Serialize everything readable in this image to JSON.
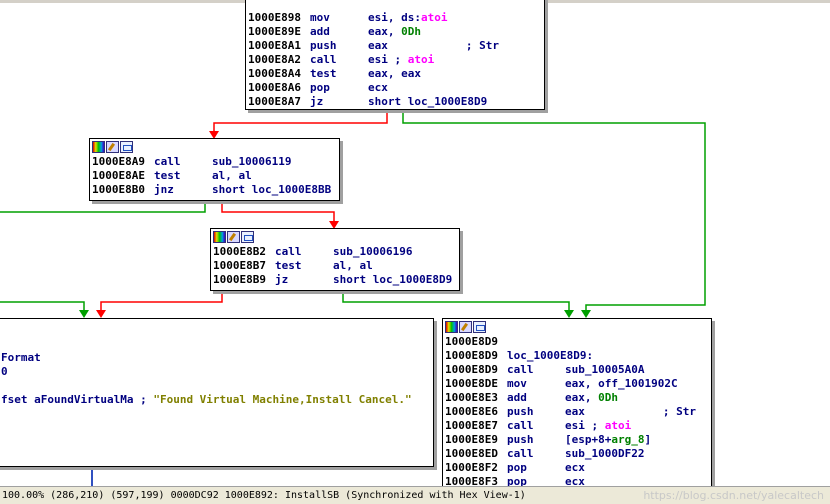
{
  "node1": {
    "lines": [
      {
        "addr": "1000E898",
        "mn": "mov",
        "op": "esi, ds:",
        "fn": "atoi"
      },
      {
        "addr": "1000E89E",
        "mn": "add",
        "op": "eax, ",
        "num": "0Dh"
      },
      {
        "addr": "1000E8A1",
        "mn": "push",
        "op": "eax",
        "cm": "; Str"
      },
      {
        "addr": "1000E8A2",
        "mn": "call",
        "op": "esi ; ",
        "fn": "atoi"
      },
      {
        "addr": "1000E8A4",
        "mn": "test",
        "op": "eax, eax"
      },
      {
        "addr": "1000E8A6",
        "mn": "pop",
        "op": "ecx"
      },
      {
        "addr": "1000E8A7",
        "mn": "jz",
        "op": "short loc_1000E8D9"
      }
    ]
  },
  "node2": {
    "lines": [
      {
        "addr": "1000E8A9",
        "mn": "call",
        "op": "sub_10006119"
      },
      {
        "addr": "1000E8AE",
        "mn": "test",
        "op": "al, al"
      },
      {
        "addr": "1000E8B0",
        "mn": "jnz",
        "op": "short loc_1000E8BB"
      }
    ]
  },
  "node3": {
    "lines": [
      {
        "addr": "1000E8B2",
        "mn": "call",
        "op": "sub_10006196"
      },
      {
        "addr": "1000E8B7",
        "mn": "test",
        "op": "al, al"
      },
      {
        "addr": "1000E8B9",
        "mn": "jz",
        "op": "short loc_1000E8D9"
      }
    ]
  },
  "node4": {
    "lines": [
      {
        "addr": "1000E8D9",
        "mn": "",
        "op": ""
      },
      {
        "addr": "1000E8D9",
        "mn": "loc_1000E8D9:",
        "op": ""
      },
      {
        "addr": "1000E8D9",
        "mn": "call",
        "op": "sub_10005A0A"
      },
      {
        "addr": "1000E8DE",
        "mn": "mov",
        "op": "eax, off_1001902C"
      },
      {
        "addr": "1000E8E3",
        "mn": "add",
        "op": "eax, ",
        "num": "0Dh"
      },
      {
        "addr": "1000E8E6",
        "mn": "push",
        "op": "eax",
        "cm": "; Str"
      },
      {
        "addr": "1000E8E7",
        "mn": "call",
        "op": "esi ; ",
        "fn": "atoi"
      },
      {
        "addr": "1000E8E9",
        "mn": "push",
        "op": "[esp+8+",
        "num": "arg_8",
        "tail": "]"
      },
      {
        "addr": "1000E8ED",
        "mn": "call",
        "op": "sub_1000DF22"
      },
      {
        "addr": "1000E8F2",
        "mn": "pop",
        "op": "ecx"
      },
      {
        "addr": "1000E8F3",
        "mn": "pop",
        "op": "ecx"
      }
    ]
  },
  "left_node": {
    "line1": "Format",
    "line2": "0",
    "line3_prefix": "fset aFoundVirtualMa ; ",
    "line3_str": "\"Found Virtual Machine,Install Cancel.\""
  },
  "status": {
    "text": "100.00% (286,210) (597,199) 0000DC92 1000E892: InstallSB (Synchronized with Hex View-1)",
    "watermark": "https://blog.csdn.net/yalecaltech"
  },
  "colors": {
    "edge_true": "#00a000",
    "edge_false": "#ff0000",
    "edge_normal": "#0000ff"
  }
}
